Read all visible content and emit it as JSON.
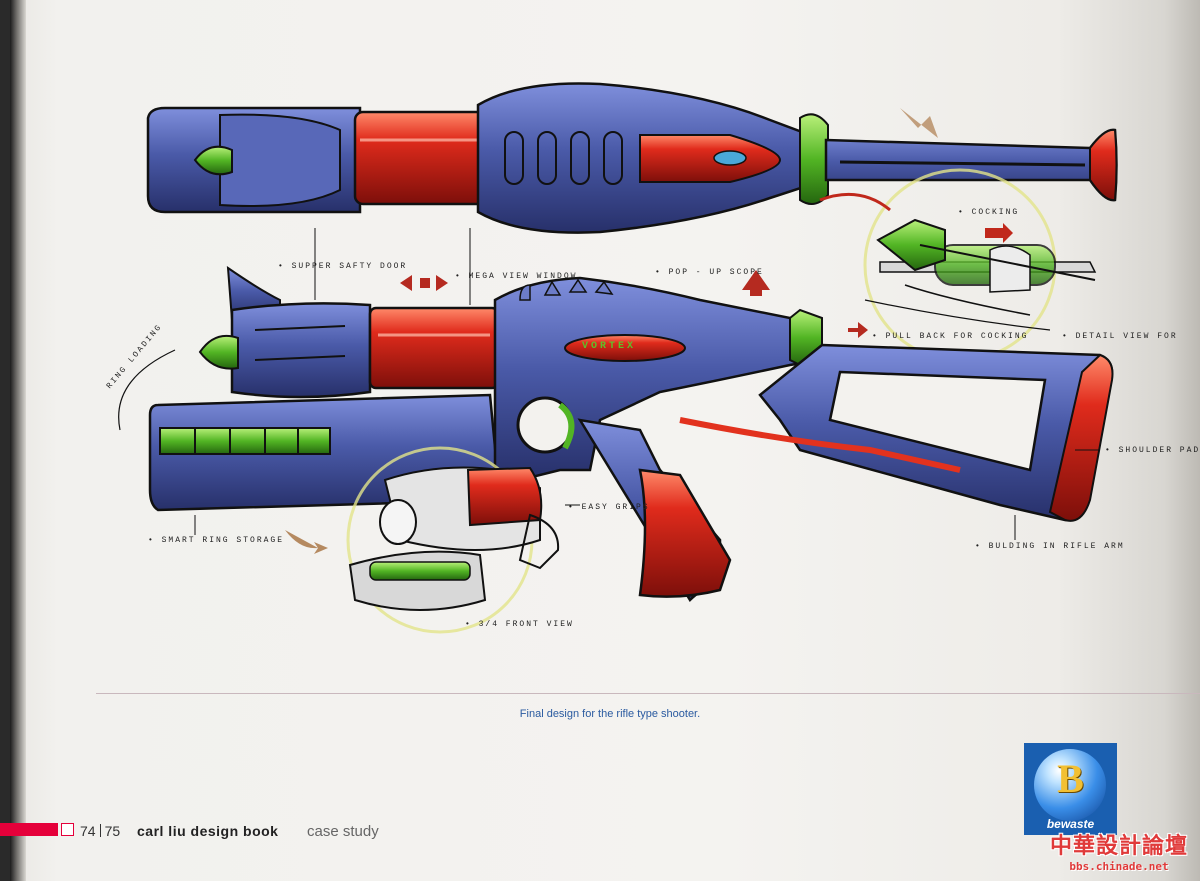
{
  "annotations": {
    "supper_safty_door": "• supper safty door",
    "mega_view_window": "• mega view window",
    "pop_up_scope": "• pop - up scope",
    "cocking": "• cocking",
    "pull_back_for_cocking": "• pull back for cocking",
    "detail_view_for": "• detail view for",
    "ring_loading": "ring loading",
    "vortex": "VORTEX",
    "shoulder_pad": "• shoulder pad",
    "easy_grips": "• easy grips",
    "smart_ring_storage": "• smart ring storage",
    "building_in_rifle_arm": "• bulding in rifle arm",
    "front_view": "• 3/4 front view"
  },
  "caption": "Final design for the rifle type shooter.",
  "footer": {
    "page_left": "74",
    "page_right": "75",
    "book_title": "carl liu design book",
    "section": "case study"
  },
  "logo": {
    "letter": "B",
    "brand": "bewaste"
  },
  "watermark": {
    "chinese": "中華設計論壇",
    "url": "bbs.chinade.net"
  },
  "colors": {
    "body_blue": "#4a5aa8",
    "window_red": "#d8281e",
    "accent_green": "#5fbf2a",
    "stock_red": "#e2321e",
    "footer_red": "#e5003a",
    "caption_blue": "#2a5aa0"
  }
}
